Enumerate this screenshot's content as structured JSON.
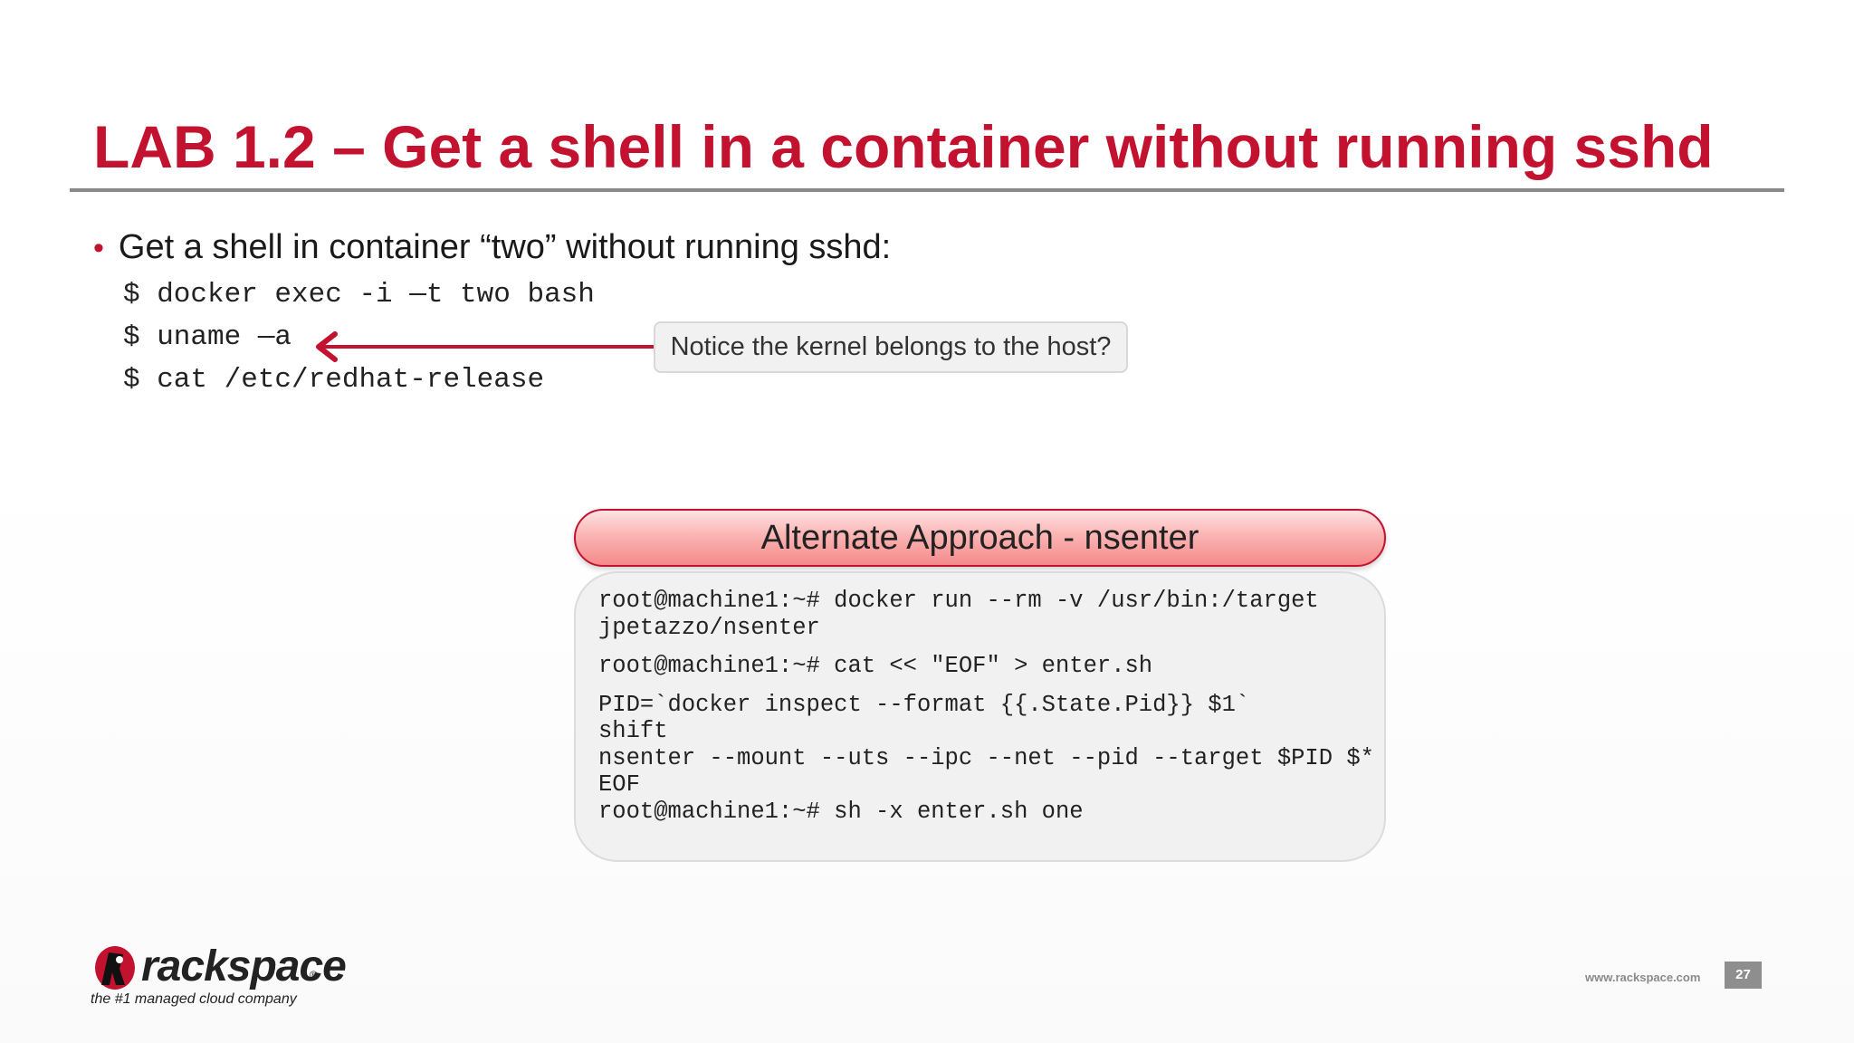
{
  "slide": {
    "title": "LAB 1.2 – Get a shell in a container without running sshd",
    "bullet": "Get a shell in container “two” without running sshd:",
    "commands": [
      "$ docker exec -i —t two bash",
      "$ uname —a",
      "$ cat /etc/redhat-release"
    ],
    "callout": "Notice the kernel belongs to the host?",
    "alternate": {
      "header": "Alternate Approach - nsenter",
      "code_lines": [
        "root@machine1:~# docker run --rm -v /usr/bin:/target",
        "jpetazzo/nsenter",
        "root@machine1:~# cat << \"EOF\" > enter.sh",
        "PID=`docker inspect --format {{.State.Pid}} $1`",
        "shift",
        "nsenter --mount --uts --ipc --net --pid --target $PID $*",
        "EOF",
        "root@machine1:~# sh -x enter.sh one"
      ]
    }
  },
  "footer": {
    "logo_text": "rackspace",
    "logo_reg": "®",
    "tagline": "the #1 managed cloud company",
    "url": "www.rackspace.com",
    "page_number": "27"
  },
  "colors": {
    "accent": "#c3122f",
    "rule": "#8a8a8a",
    "callout_bg": "#f1f1f1",
    "page_badge": "#8e8e8e"
  },
  "icons": {
    "arrow": "left-arrow-icon",
    "logo": "rackspace-logo-icon"
  }
}
